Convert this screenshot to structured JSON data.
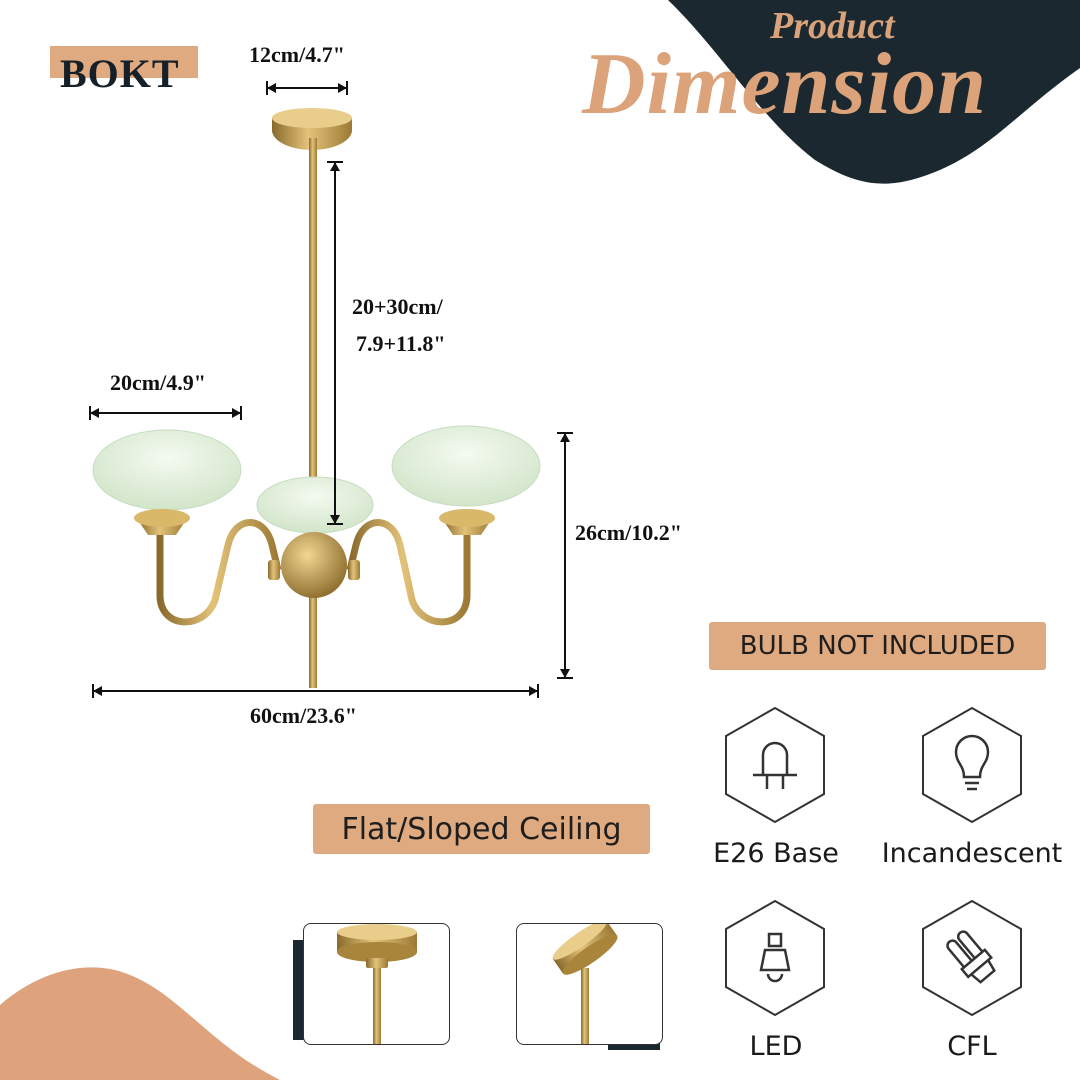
{
  "brand": {
    "logo_text": "BOKT"
  },
  "heading": {
    "line1": "Product",
    "line2": "Dimension"
  },
  "dimensions": {
    "canopy_width": "12cm/4.7\"",
    "rod_length_line1": "20+30cm/",
    "rod_length_line2": "7.9+11.8\"",
    "shade_width": "20cm/4.9\"",
    "fixture_height": "26cm/10.2\"",
    "fixture_width": "60cm/23.6\""
  },
  "notices": {
    "bulb": "BULB NOT INCLUDED",
    "ceiling": "Flat/Sloped Ceiling"
  },
  "bulb_types": [
    {
      "label": "E26 Base",
      "icon": "e26-base-icon"
    },
    {
      "label": "Incandescent",
      "icon": "incandescent-bulb-icon"
    },
    {
      "label": "LED",
      "icon": "led-bulb-icon"
    },
    {
      "label": "CFL",
      "icon": "cfl-bulb-icon"
    }
  ],
  "colors": {
    "accent": "#e0aa80",
    "dark": "#1b2830",
    "brass": "#c9a24e",
    "glass": "#e6f2de"
  }
}
